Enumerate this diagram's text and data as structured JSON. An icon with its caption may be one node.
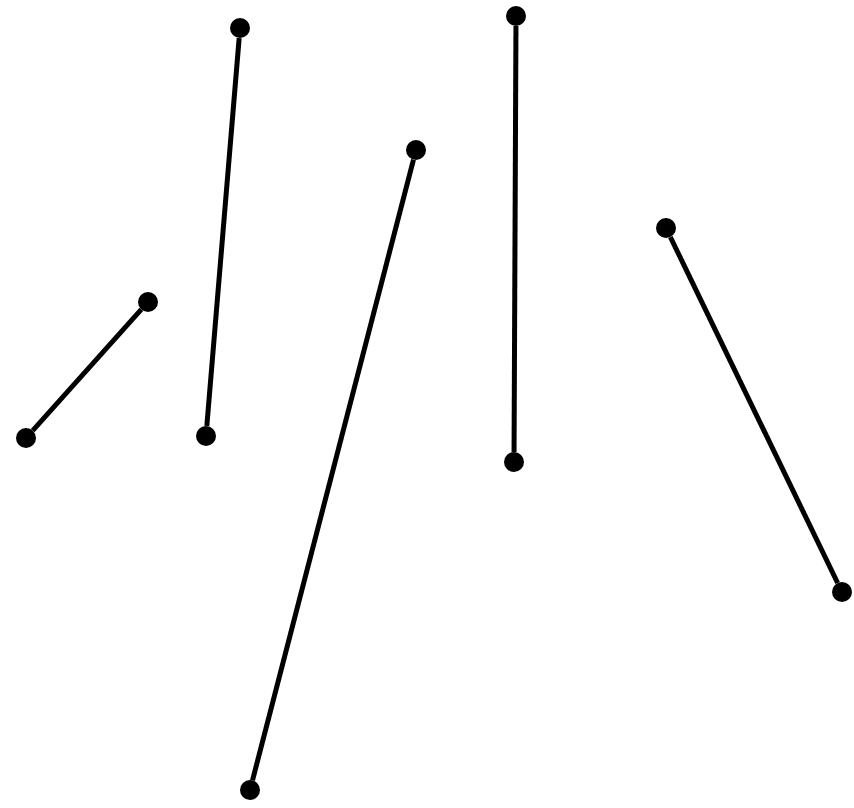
{
  "diagram": {
    "nodes": [
      {
        "text": [],
        "shape": "circle"
      },
      {
        "text": [],
        "shape": "circle"
      },
      {
        "text": [],
        "shape": "circle"
      },
      {
        "text": [],
        "shape": "circle"
      },
      {
        "text": [],
        "shape": "circle"
      },
      {
        "text": [],
        "shape": "circle"
      },
      {
        "text": [],
        "shape": "circle"
      },
      {
        "text": [],
        "shape": "circle"
      },
      {
        "text": [],
        "shape": "circle"
      },
      {
        "text": [],
        "shape": "circle"
      }
    ],
    "edges": [
      {
        "from": 0,
        "to": 1,
        "arrow": "none"
      },
      {
        "from": 2,
        "to": 3,
        "arrow": "none"
      },
      {
        "from": 4,
        "to": 5,
        "arrow": "none"
      },
      {
        "from": 6,
        "to": 7,
        "arrow": "none"
      },
      {
        "from": 8,
        "to": 9,
        "arrow": "none"
      }
    ]
  }
}
